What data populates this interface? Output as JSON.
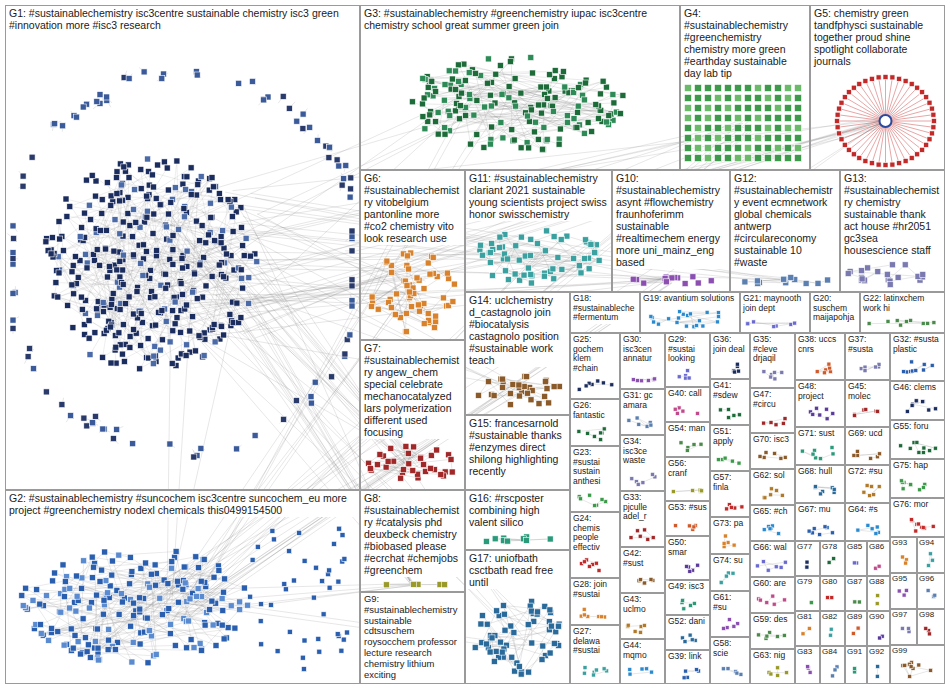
{
  "diagram": {
    "nodes": [
      {
        "text": [
          "G1: #sustainablechemistry isc3centre sustainable chemistry isc3 green #innovation more #isc3 research"
        ]
      },
      {
        "text": [
          "G3: #sustainablechemistry #greenchemistry iupac isc3centre chemistry school great summer green join"
        ]
      },
      {
        "text": [
          "G4: #sustainablechemistry #greenchemistry chemistry more green #earthday sustainable day lab tip"
        ]
      },
      {
        "text": [
          "G5: chemistry green tandfphysci sustainable together proud shine spotlight collaborate journals"
        ]
      },
      {
        "text": [
          "G6: #sustainablechemistry vitobelgium pantonline more #co2 chemistry vito look research use"
        ]
      },
      {
        "text": [
          "G11: #sustainablechemistry clariant 2021 sustainable young scientists project swiss honor swisschemistry"
        ]
      },
      {
        "text": [
          "G10: #sustainablechemistry asynt #flowchemistry fraunhoferimm sustainable #realtimechem energy more uni_mainz_eng based"
        ]
      },
      {
        "text": [
          "G12: #sustainablechemistry event ecmnetwork global chemicals antwerp #circulareconomy sustainable 10 #waste"
        ]
      },
      {
        "text": [
          "G13: #sustainablechemistry chemistry sustainable thank act house #hr2051 gc3sea housescience staff"
        ]
      },
      {
        "text": [
          "G7: #sustainablechemistry angew_chem special celebrate mechanocatalyzed lars polymerization different used focusing"
        ]
      },
      {
        "text": [
          "G14: uclchemistry d_castagnolo join #biocatalysis castagnolo position #sustainable work teach"
        ]
      },
      {
        "text": [
          "G18: #sustainableche #fermentum"
        ]
      },
      {
        "text": [
          "G19: avantium solutions"
        ]
      },
      {
        "text": [
          "G21: maynooth join dept"
        ]
      },
      {
        "text": [
          "G20: suschem maijapohja"
        ]
      },
      {
        "text": [
          "G22: latinxchem work hi"
        ]
      },
      {
        "text": [
          "G8: #sustainablechemistry #catalysis phd deuxbeck chemistry #biobased please #ecrchat #chemjobs #greenchem"
        ]
      },
      {
        "text": [
          "G15: francesarnold #sustainable thanks #enzymes direct shilong highlighting recently"
        ]
      },
      {
        "text": [
          "G9: #sustainablechemistry sustainable cdtsuschem roysocchem professor lecture research chemistry lithium exciting"
        ]
      },
      {
        "text": [
          "G16: #rscposter combining high valent silico"
        ]
      },
      {
        "text": [
          "G17: uniofbath csctbath read free until"
        ]
      },
      {
        "text": [
          "G2: #sustainablechemistry #suncochem isc3centre suncochem_eu more project #greenchemistry nodexl chemicals this0499154500"
        ]
      },
      {
        "text": [
          "G25: gochem klem #chain"
        ]
      },
      {
        "text": [
          "G26: fantastic"
        ]
      },
      {
        "text": [
          "G23: #sustai sustain anthesi"
        ]
      },
      {
        "text": [
          "G24: chemis people effectiv"
        ]
      },
      {
        "text": [
          "G28: join #sustai"
        ]
      },
      {
        "text": [
          "G27: delawa #sustai"
        ]
      },
      {
        "text": [
          "G30: isc3cen annatur"
        ]
      },
      {
        "text": [
          "G31: gc amara"
        ]
      },
      {
        "text": [
          "G34: isc3ce waste"
        ]
      },
      {
        "text": [
          "G33: pjculle adel_r"
        ]
      },
      {
        "text": [
          "G42: #sust"
        ]
      },
      {
        "text": [
          "G43: uclmo"
        ]
      },
      {
        "text": [
          "G44: mqmo"
        ]
      },
      {
        "text": [
          "G29: #sustai looking"
        ]
      },
      {
        "text": [
          "G40: call"
        ]
      },
      {
        "text": [
          "G54: man"
        ]
      },
      {
        "text": [
          "G56: cranf"
        ]
      },
      {
        "text": [
          "G53: #sus"
        ]
      },
      {
        "text": [
          "G50: smar"
        ]
      },
      {
        "text": [
          "G49: isc3"
        ]
      },
      {
        "text": [
          "G52: dani"
        ]
      },
      {
        "text": [
          "G39: link"
        ]
      },
      {
        "text": [
          "G36: join deal"
        ]
      },
      {
        "text": [
          "G41: #sdew"
        ]
      },
      {
        "text": [
          "G51: apply"
        ]
      },
      {
        "text": [
          "G57: finla"
        ]
      },
      {
        "text": [
          "G73: pa"
        ]
      },
      {
        "text": [
          "G74: su"
        ]
      },
      {
        "text": [
          "G61: #su"
        ]
      },
      {
        "text": [
          "G58: scie"
        ]
      },
      {
        "text": [
          "G35: #cleve drjaqil"
        ]
      },
      {
        "text": [
          "G47: #circu"
        ]
      },
      {
        "text": [
          "G70: isc3"
        ]
      },
      {
        "text": [
          "G62: sol"
        ]
      },
      {
        "text": [
          "G65: #ch"
        ]
      },
      {
        "text": [
          "G66: wal"
        ]
      },
      {
        "text": [
          "G60: are"
        ]
      },
      {
        "text": [
          "G59: des"
        ]
      },
      {
        "text": [
          "G63: nig"
        ]
      },
      {
        "text": [
          "G38: uccs cnrs"
        ]
      },
      {
        "text": [
          "G48: project"
        ]
      },
      {
        "text": [
          "G71: sust"
        ]
      },
      {
        "text": [
          "G68: hull"
        ]
      },
      {
        "text": [
          "G67: mu"
        ]
      },
      {
        "text": [
          "G77"
        ]
      },
      {
        "text": [
          "G78"
        ]
      },
      {
        "text": [
          "G79"
        ]
      },
      {
        "text": [
          "G80"
        ]
      },
      {
        "text": [
          "G81"
        ]
      },
      {
        "text": [
          "G82"
        ]
      },
      {
        "text": [
          "G83"
        ]
      },
      {
        "text": [
          "G84"
        ]
      },
      {
        "text": [
          "G37: #susta"
        ]
      },
      {
        "text": [
          "G45: molec"
        ]
      },
      {
        "text": [
          "G69: ucd"
        ]
      },
      {
        "text": [
          "G72: #su"
        ]
      },
      {
        "text": [
          "G64: #s"
        ]
      },
      {
        "text": [
          "G85"
        ]
      },
      {
        "text": [
          "G86"
        ]
      },
      {
        "text": [
          "G87"
        ]
      },
      {
        "text": [
          "G88"
        ]
      },
      {
        "text": [
          "G89"
        ]
      },
      {
        "text": [
          "G90"
        ]
      },
      {
        "text": [
          "G91"
        ]
      },
      {
        "text": [
          "G92"
        ]
      },
      {
        "text": [
          "G32: #susta plastic"
        ]
      },
      {
        "text": [
          "G46: clems"
        ]
      },
      {
        "text": [
          "G55: foru"
        ]
      },
      {
        "text": [
          "G75: hap"
        ]
      },
      {
        "text": [
          "G76: mor"
        ]
      },
      {
        "text": [
          "G93"
        ]
      },
      {
        "text": [
          "G94"
        ]
      },
      {
        "text": [
          "G95"
        ]
      },
      {
        "text": [
          "G96"
        ]
      },
      {
        "text": [
          "G97"
        ]
      },
      {
        "text": [
          "G98"
        ]
      },
      {
        "text": [
          "G99"
        ]
      }
    ]
  }
}
